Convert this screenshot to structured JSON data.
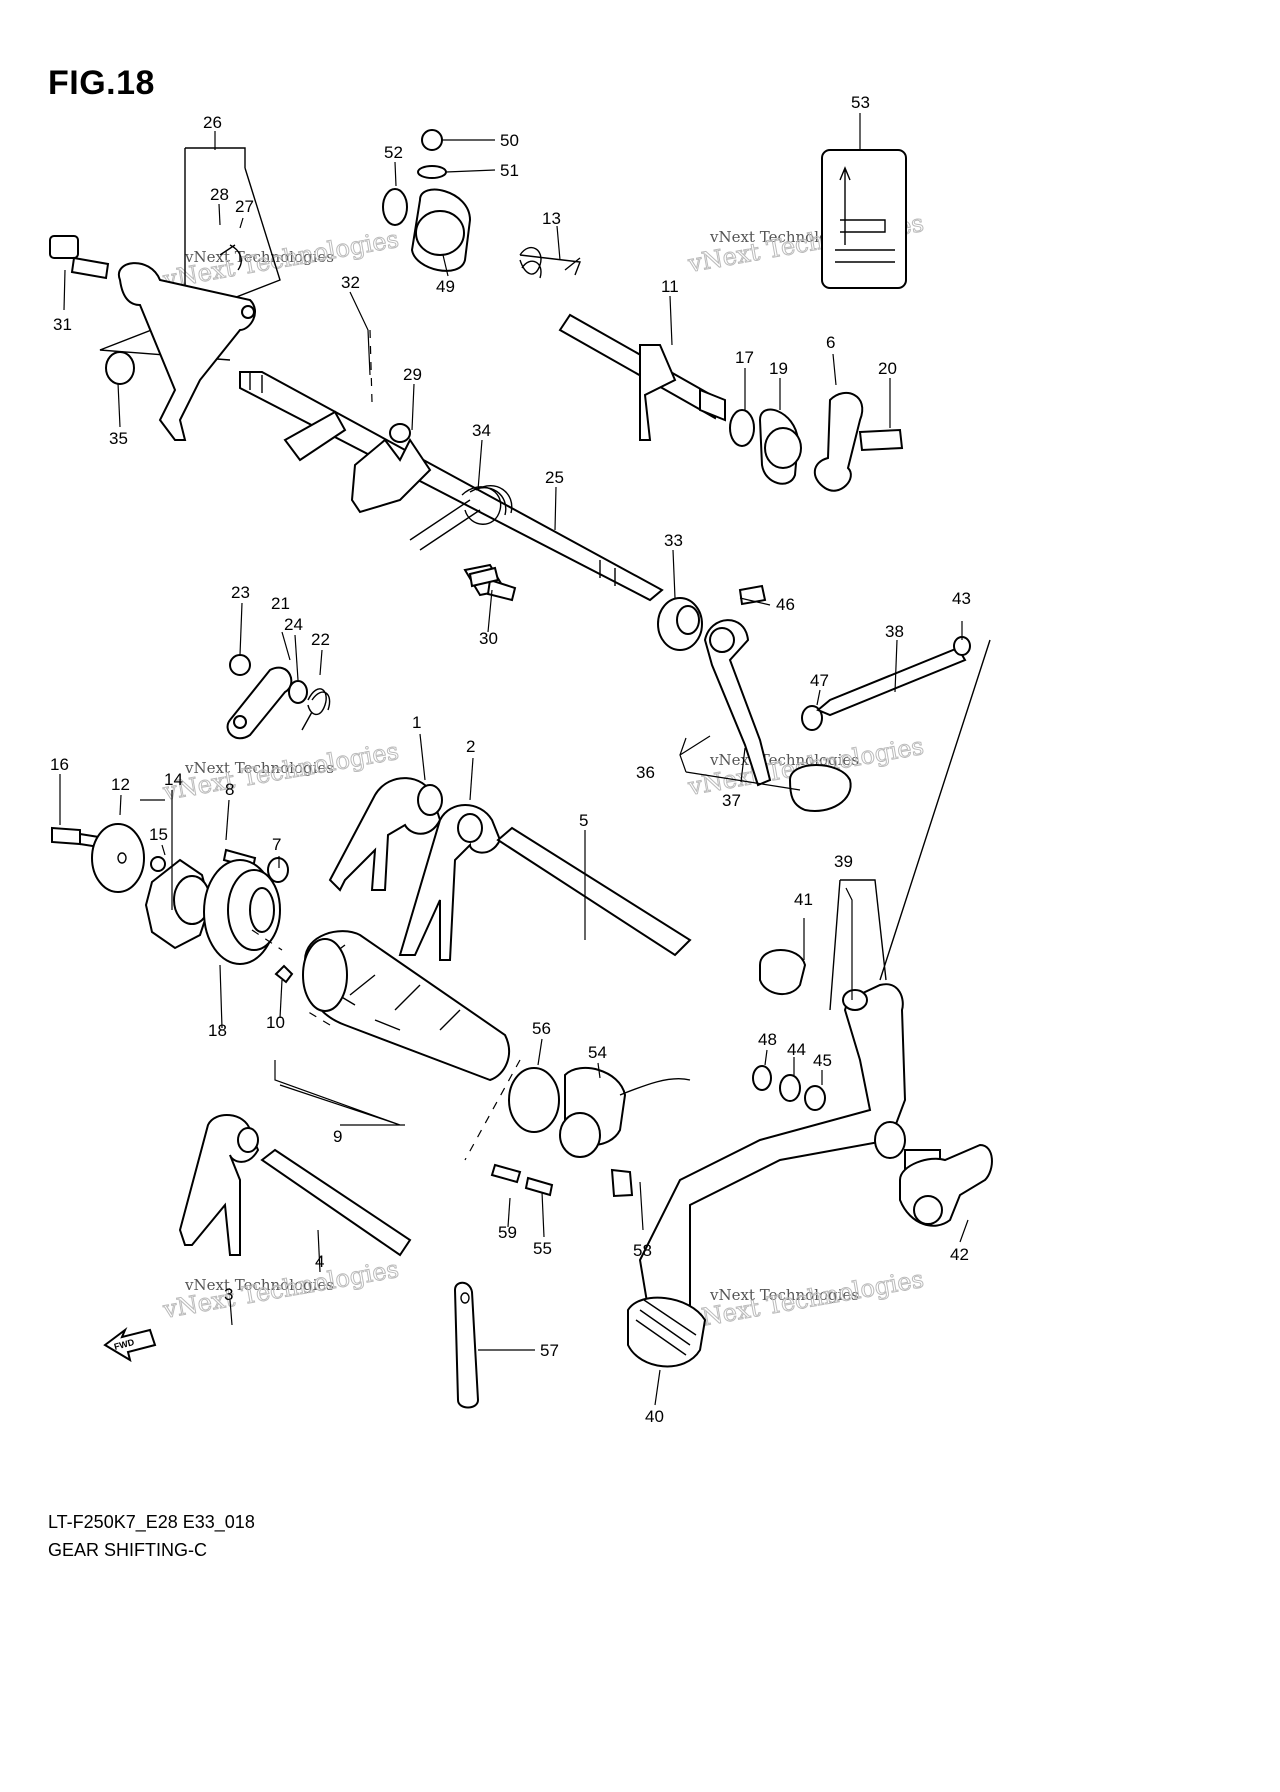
{
  "figure": {
    "title": "FIG.18",
    "model_code": "LT-F250K7_E28 E33_018",
    "section_name": "GEAR SHIFTING-C",
    "watermark_line1": "vNext Technologies",
    "watermark_line2": "vNext Technologies"
  },
  "callouts": [
    {
      "id": "n1",
      "label": "1"
    },
    {
      "id": "n2",
      "label": "2"
    },
    {
      "id": "n3",
      "label": "3"
    },
    {
      "id": "n4",
      "label": "4"
    },
    {
      "id": "n5",
      "label": "5"
    },
    {
      "id": "n6",
      "label": "6"
    },
    {
      "id": "n7",
      "label": "7"
    },
    {
      "id": "n8",
      "label": "8"
    },
    {
      "id": "n9",
      "label": "9"
    },
    {
      "id": "n10",
      "label": "10"
    },
    {
      "id": "n11",
      "label": "11"
    },
    {
      "id": "n12",
      "label": "12"
    },
    {
      "id": "n13",
      "label": "13"
    },
    {
      "id": "n14",
      "label": "14"
    },
    {
      "id": "n15",
      "label": "15"
    },
    {
      "id": "n16",
      "label": "16"
    },
    {
      "id": "n17",
      "label": "17"
    },
    {
      "id": "n18",
      "label": "18"
    },
    {
      "id": "n19",
      "label": "19"
    },
    {
      "id": "n20",
      "label": "20"
    },
    {
      "id": "n21",
      "label": "21"
    },
    {
      "id": "n22",
      "label": "22"
    },
    {
      "id": "n23",
      "label": "23"
    },
    {
      "id": "n24",
      "label": "24"
    },
    {
      "id": "n25",
      "label": "25"
    },
    {
      "id": "n26",
      "label": "26"
    },
    {
      "id": "n27",
      "label": "27"
    },
    {
      "id": "n28",
      "label": "28"
    },
    {
      "id": "n29",
      "label": "29"
    },
    {
      "id": "n30",
      "label": "30"
    },
    {
      "id": "n31",
      "label": "31"
    },
    {
      "id": "n32",
      "label": "32"
    },
    {
      "id": "n33",
      "label": "33"
    },
    {
      "id": "n34",
      "label": "34"
    },
    {
      "id": "n35",
      "label": "35"
    },
    {
      "id": "n36",
      "label": "36"
    },
    {
      "id": "n37",
      "label": "37"
    },
    {
      "id": "n38",
      "label": "38"
    },
    {
      "id": "n39",
      "label": "39"
    },
    {
      "id": "n40",
      "label": "40"
    },
    {
      "id": "n41",
      "label": "41"
    },
    {
      "id": "n42",
      "label": "42"
    },
    {
      "id": "n43",
      "label": "43"
    },
    {
      "id": "n44",
      "label": "44"
    },
    {
      "id": "n45",
      "label": "45"
    },
    {
      "id": "n46",
      "label": "46"
    },
    {
      "id": "n47",
      "label": "47"
    },
    {
      "id": "n48",
      "label": "48"
    },
    {
      "id": "n49",
      "label": "49"
    },
    {
      "id": "n50",
      "label": "50"
    },
    {
      "id": "n51",
      "label": "51"
    },
    {
      "id": "n52",
      "label": "52"
    },
    {
      "id": "n53",
      "label": "53"
    },
    {
      "id": "n54",
      "label": "54"
    },
    {
      "id": "n55",
      "label": "55"
    },
    {
      "id": "n56",
      "label": "56"
    },
    {
      "id": "n57",
      "label": "57"
    },
    {
      "id": "n58",
      "label": "58"
    },
    {
      "id": "n59",
      "label": "59"
    }
  ],
  "forward_arrow": {
    "label": "FWD"
  }
}
